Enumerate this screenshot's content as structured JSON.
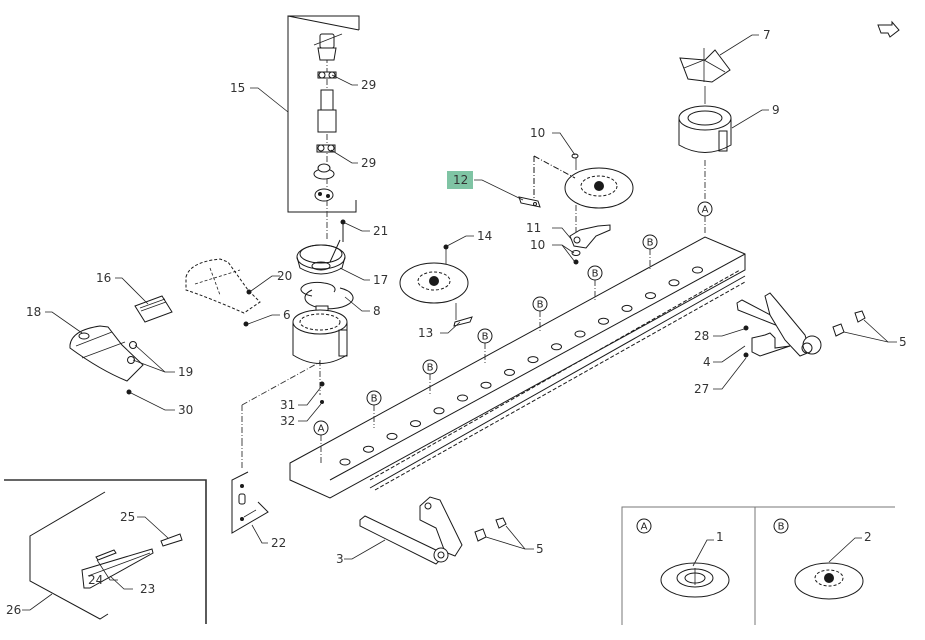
{
  "diagram": {
    "title": "Cutter bar exploded parts view",
    "highlight_color": "#7fc4a4",
    "nav_icon": "next-page-arrow-icon",
    "callouts": [
      {
        "id": "1",
        "label": "1",
        "highlighted": false
      },
      {
        "id": "2",
        "label": "2",
        "highlighted": false
      },
      {
        "id": "3",
        "label": "3",
        "highlighted": false
      },
      {
        "id": "4",
        "label": "4",
        "highlighted": false
      },
      {
        "id": "5a",
        "label": "5",
        "highlighted": false
      },
      {
        "id": "5b",
        "label": "5",
        "highlighted": false
      },
      {
        "id": "6",
        "label": "6",
        "highlighted": false
      },
      {
        "id": "7",
        "label": "7",
        "highlighted": false
      },
      {
        "id": "8",
        "label": "8",
        "highlighted": false
      },
      {
        "id": "9",
        "label": "9",
        "highlighted": false
      },
      {
        "id": "10a",
        "label": "10",
        "highlighted": false
      },
      {
        "id": "10b",
        "label": "10",
        "highlighted": false
      },
      {
        "id": "11",
        "label": "11",
        "highlighted": false
      },
      {
        "id": "12",
        "label": "12",
        "highlighted": true
      },
      {
        "id": "13",
        "label": "13",
        "highlighted": false
      },
      {
        "id": "14",
        "label": "14",
        "highlighted": false
      },
      {
        "id": "15",
        "label": "15",
        "highlighted": false
      },
      {
        "id": "16",
        "label": "16",
        "highlighted": false
      },
      {
        "id": "17",
        "label": "17",
        "highlighted": false
      },
      {
        "id": "18",
        "label": "18",
        "highlighted": false
      },
      {
        "id": "19",
        "label": "19",
        "highlighted": false
      },
      {
        "id": "20",
        "label": "20",
        "highlighted": false
      },
      {
        "id": "21",
        "label": "21",
        "highlighted": false
      },
      {
        "id": "22",
        "label": "22",
        "highlighted": false
      },
      {
        "id": "23",
        "label": "23",
        "highlighted": false
      },
      {
        "id": "24",
        "label": "24",
        "highlighted": false
      },
      {
        "id": "25",
        "label": "25",
        "highlighted": false
      },
      {
        "id": "26",
        "label": "26",
        "highlighted": false
      },
      {
        "id": "27",
        "label": "27",
        "highlighted": false
      },
      {
        "id": "28",
        "label": "28",
        "highlighted": false
      },
      {
        "id": "29a",
        "label": "29",
        "highlighted": false
      },
      {
        "id": "29b",
        "label": "29",
        "highlighted": false
      },
      {
        "id": "30",
        "label": "30",
        "highlighted": false
      },
      {
        "id": "31",
        "label": "31",
        "highlighted": false
      },
      {
        "id": "32",
        "label": "32",
        "highlighted": false
      }
    ],
    "position_markers": {
      "A": "A",
      "B": "B"
    },
    "detail_panels": [
      {
        "marker": "A",
        "callout": "1"
      },
      {
        "marker": "B",
        "callout": "2"
      }
    ]
  }
}
